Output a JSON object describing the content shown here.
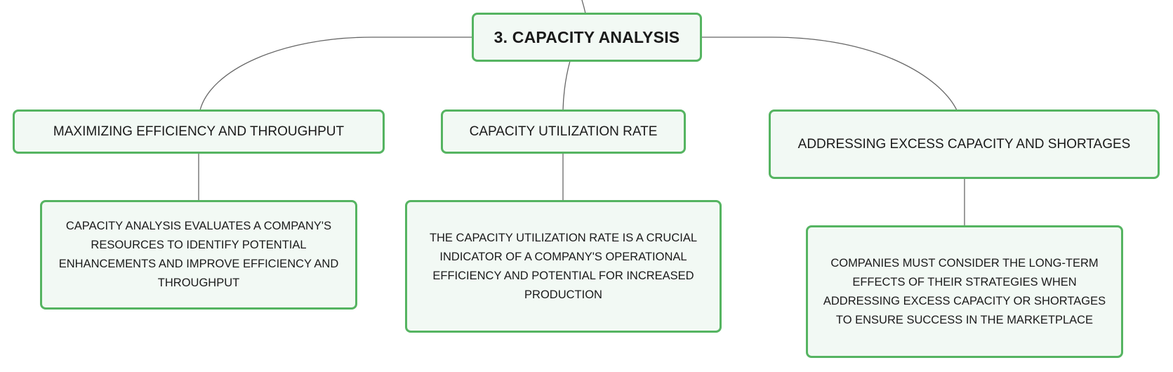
{
  "root": {
    "title": "3. Capacity Analysis"
  },
  "topics": [
    {
      "title": "Maximizing efficiency and throughput",
      "detail": "Capacity analysis evaluates a company's resources to identify potential enhancements and improve efficiency and throughput"
    },
    {
      "title": "Capacity utilization rate",
      "detail": "The capacity utilization rate is a crucial indicator of a company's operational efficiency and potential for increased production"
    },
    {
      "title": "Addressing excess capacity and shortages",
      "detail": "Companies must consider the long-term effects of their strategies when addressing excess capacity or shortages to ensure success in the marketplace"
    }
  ],
  "colors": {
    "node_border": "#55b461",
    "node_fill": "#f2f9f4",
    "connector": "#666666",
    "text": "#1a1a1a"
  }
}
